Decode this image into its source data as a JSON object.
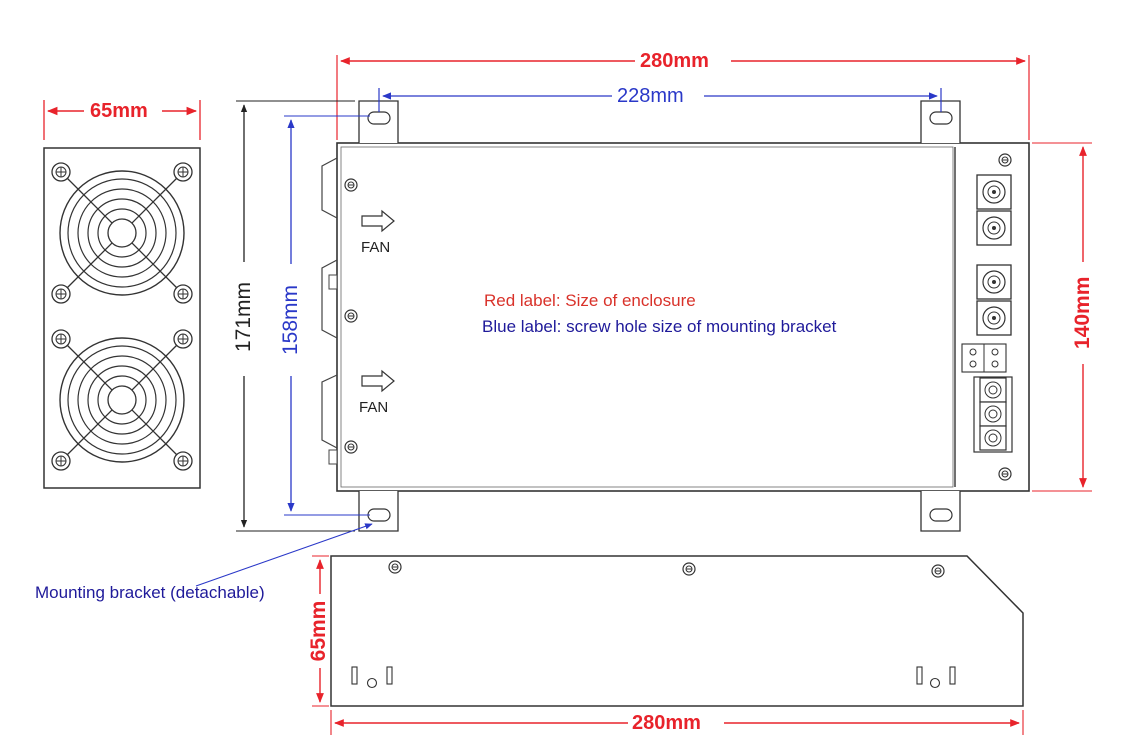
{
  "dimensions": {
    "top_width": "280mm",
    "bracket_hole_spacing": "228mm",
    "fan_panel_width": "65mm",
    "overall_height": "171mm",
    "bracket_hole_height": "158mm",
    "enclosure_height": "140mm",
    "side_height": "65mm",
    "bottom_width": "280mm"
  },
  "labels": {
    "fan_top": "FAN",
    "fan_bottom": "FAN",
    "legend_red": "Red label: Size of enclosure",
    "legend_blue": "Blue label: screw hole size of mounting bracket",
    "bracket_callout": "Mounting bracket (detachable)"
  },
  "colors": {
    "red_dimension": "#e8232b",
    "blue_dimension": "#2a38c8",
    "outline": "#333333"
  }
}
